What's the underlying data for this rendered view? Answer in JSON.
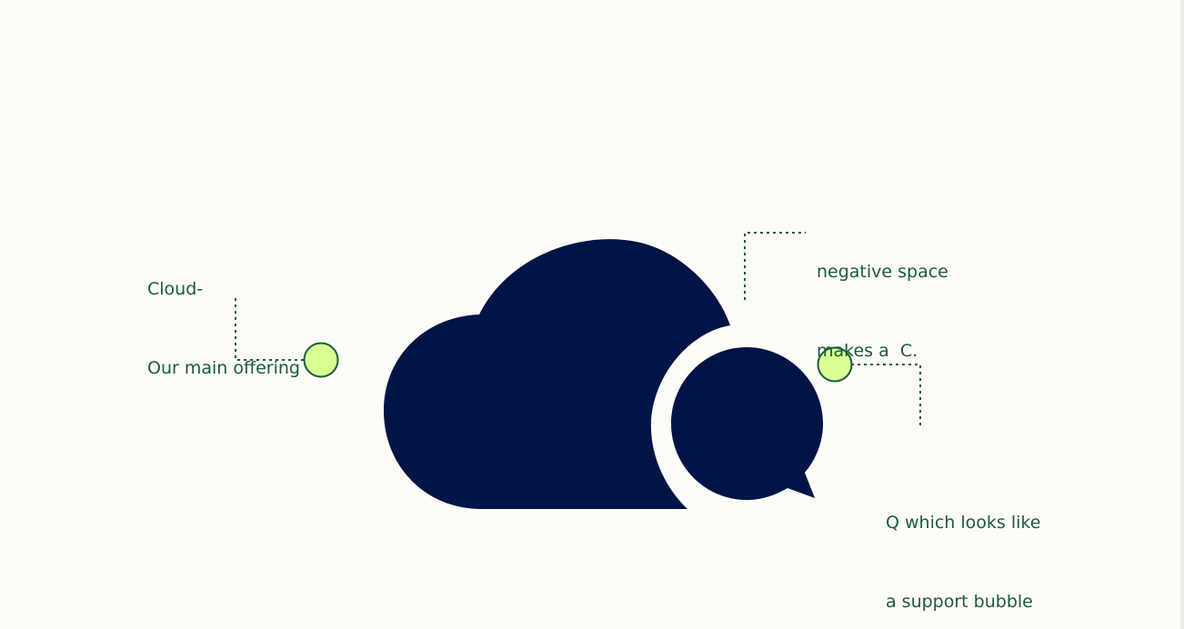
{
  "annotations": {
    "cloud": {
      "line1": "Cloud-",
      "line2": "Our main offering"
    },
    "negative_space": {
      "line1": "negative space",
      "line2": "makes a  C."
    },
    "bubble": {
      "line1": "Q which looks like",
      "line2": "a support bubble"
    }
  },
  "colors": {
    "background": "#fdfbf7",
    "logo": "#001446",
    "annotation_text": "#1a5b3a",
    "marker_fill": "#daff93",
    "marker_stroke": "#1a5b3a"
  },
  "icons": {
    "logo": "cloud-with-speech-bubble-icon",
    "marker": "circle-marker-icon"
  }
}
